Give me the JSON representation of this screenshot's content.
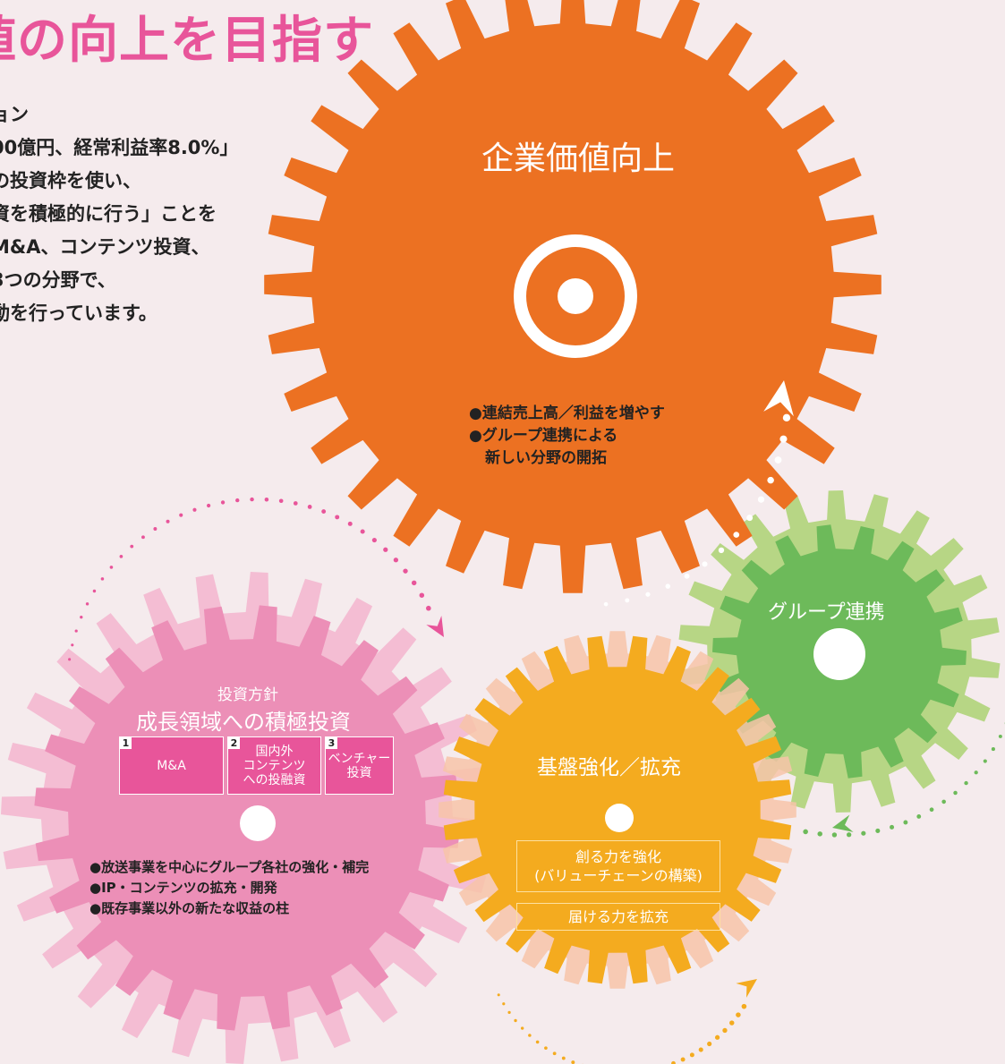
{
  "header": {
    "title": "値の向上を目指す"
  },
  "intro": {
    "lines": [
      "ョン",
      "00億円、経常利益率8.0%」",
      "の投資枠を使い、",
      "資を積極的に行う」ことを",
      "M&A、コンテンツ投資、",
      "3つの分野で、",
      "動を行っています。"
    ]
  },
  "gear_main": {
    "label": "企業価値向上",
    "bullets": [
      "●連結売上高／利益を増やす",
      "●グループ連携による",
      "新しい分野の開拓"
    ]
  },
  "gear_group": {
    "label": "グループ連携"
  },
  "gear_invest": {
    "sublabel": "投資方針",
    "label": "成長領域への積極投資",
    "boxes": [
      {
        "num": "1",
        "text": "M&A"
      },
      {
        "num": "2",
        "text": "国内外\nコンテンツ\nへの投融資"
      },
      {
        "num": "3",
        "text": "ベンチャー\n投資"
      }
    ],
    "bullets": [
      "●放送事業を中心にグループ各社の強化・補完",
      "●IP・コンテンツの拡充・開発",
      "●既存事業以外の新たな収益の柱"
    ]
  },
  "gear_base": {
    "label": "基盤強化／拡充",
    "boxes": [
      "創る力を強化\n(バリューチェーンの構築)",
      "届ける力を拡充"
    ]
  },
  "colors": {
    "background": "#f5ebed",
    "title_pink": "#e8559a",
    "orange": "#ec7122",
    "green_outer": "#b7d685",
    "green_inner": "#6dba5a",
    "pink_outer": "#f4bdd3",
    "pink_inner": "#ec8fb7",
    "yellow": "#f4ab1f"
  }
}
